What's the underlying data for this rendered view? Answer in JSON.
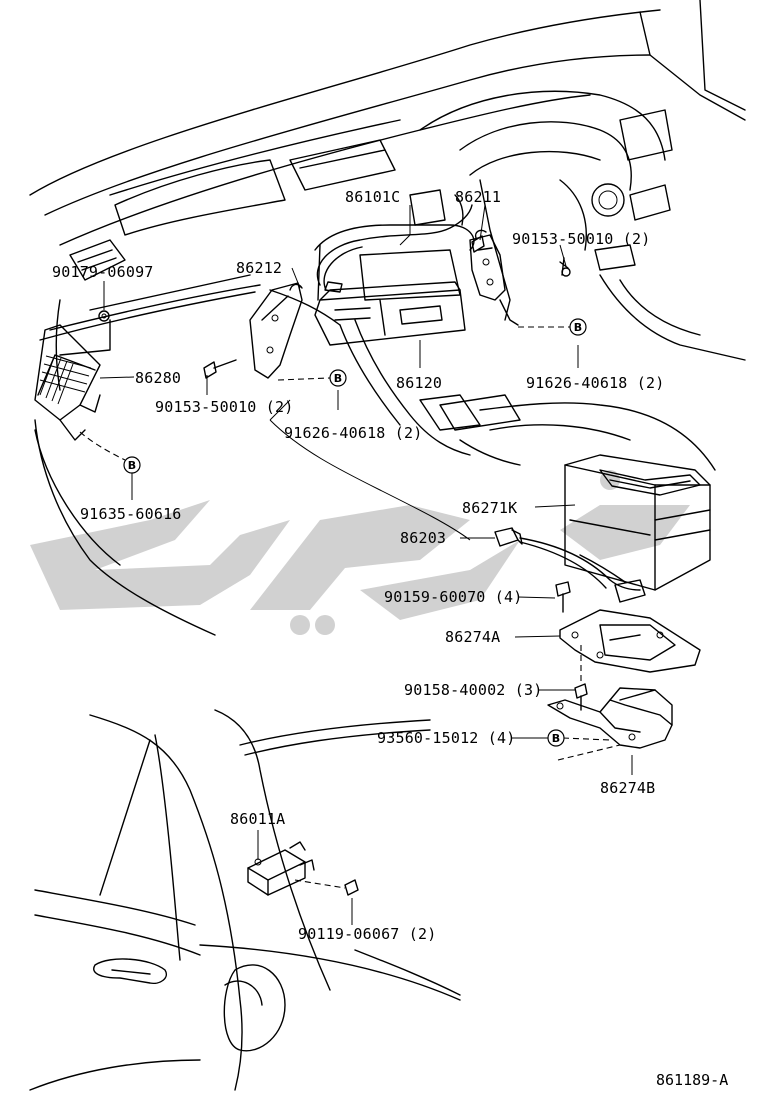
{
  "diagram": {
    "reference": "861189-A",
    "parts": [
      {
        "id": "p86101C",
        "label": "86101C"
      },
      {
        "id": "p86211",
        "label": "86211"
      },
      {
        "id": "p90153_top",
        "label": "90153-50010 (2)"
      },
      {
        "id": "p90179",
        "label": "90179-06097"
      },
      {
        "id": "p86212",
        "label": "86212"
      },
      {
        "id": "p86280",
        "label": "86280"
      },
      {
        "id": "p86120",
        "label": "86120"
      },
      {
        "id": "p90153_left",
        "label": "90153-50010 (2)"
      },
      {
        "id": "p91626_right",
        "label": "91626-40618 (2)"
      },
      {
        "id": "p91626_left",
        "label": "91626-40618 (2)"
      },
      {
        "id": "p91635",
        "label": "91635-60616"
      },
      {
        "id": "p86271K",
        "label": "86271K"
      },
      {
        "id": "p86203",
        "label": "86203"
      },
      {
        "id": "p90159",
        "label": "90159-60070 (4)"
      },
      {
        "id": "p86274A",
        "label": "86274A"
      },
      {
        "id": "p90158",
        "label": "90158-40002 (3)"
      },
      {
        "id": "p93560",
        "label": "93560-15012 (4)"
      },
      {
        "id": "p86274B",
        "label": "86274B"
      },
      {
        "id": "p86011A",
        "label": "86011A"
      },
      {
        "id": "p90119",
        "label": "90119-06067 (2)"
      }
    ],
    "bolt_marker": "B"
  }
}
